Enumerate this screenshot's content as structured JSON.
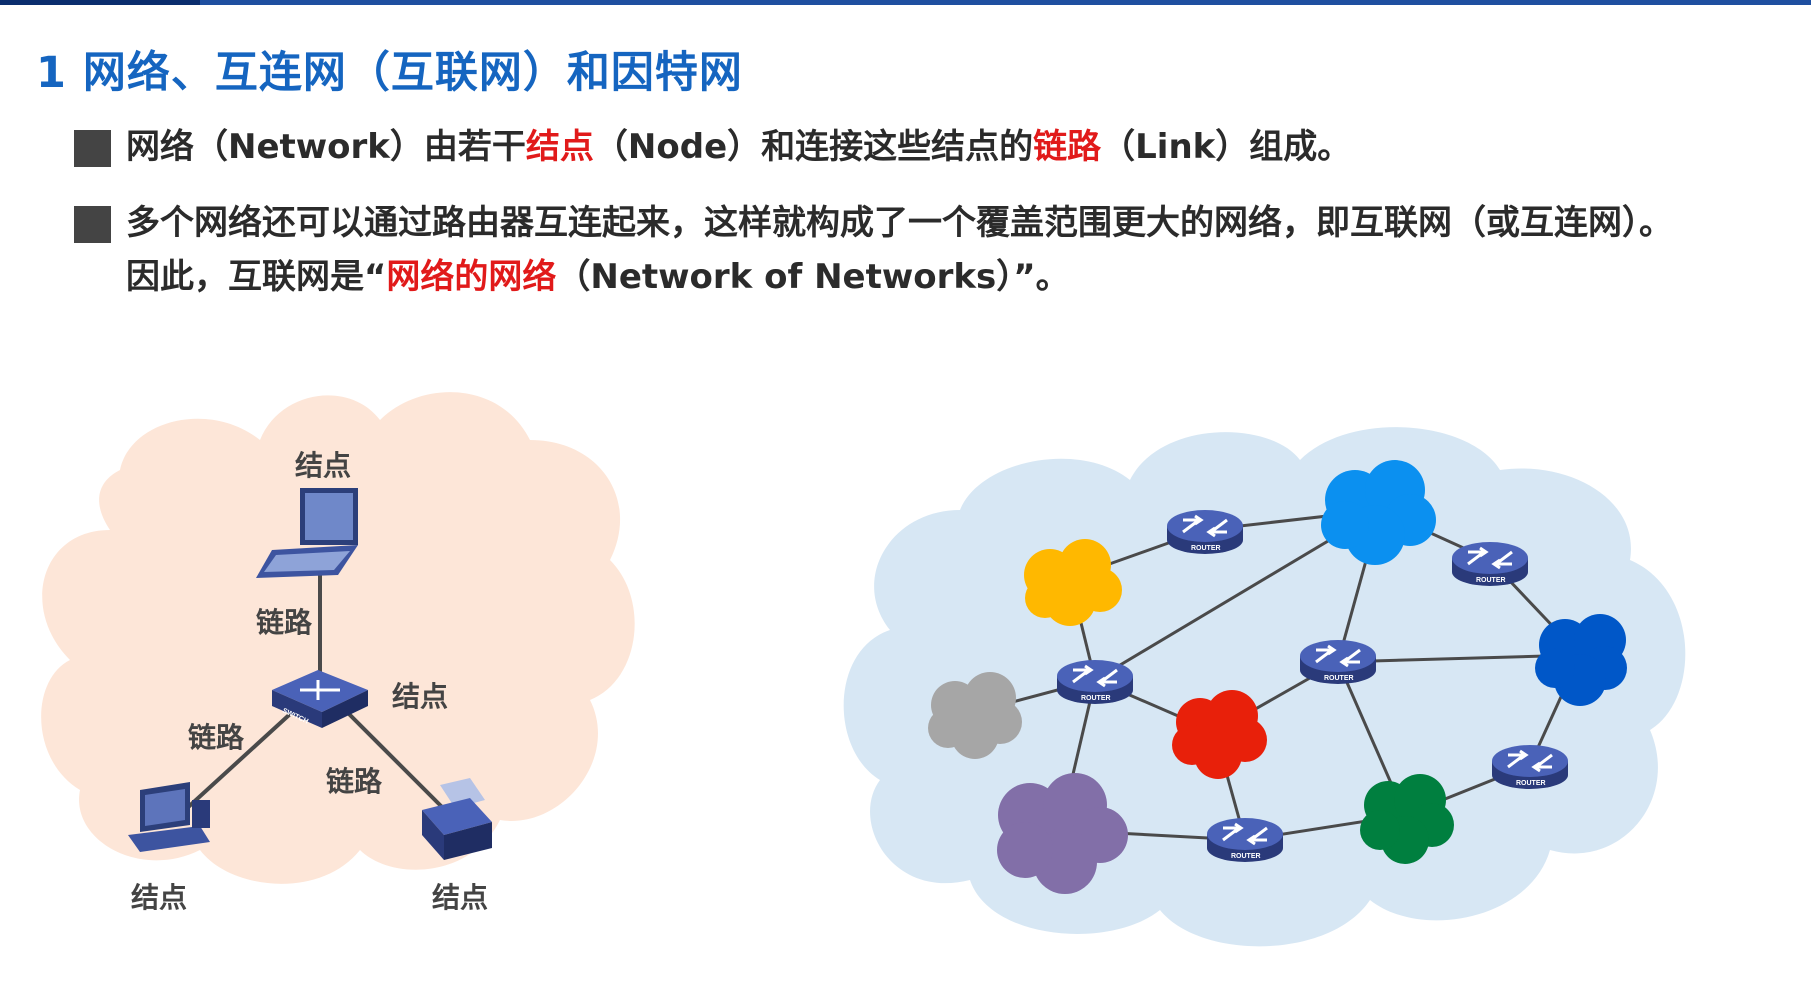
{
  "slide": {
    "title": "1 网络、互连网（互联网）和因特网",
    "bullets": [
      {
        "p1": "网络（Network）由若干",
        "hl1": "结点",
        "p2": "（Node）和连接这些结点的",
        "hl2": "链路",
        "p3": "（Link）组成。"
      },
      {
        "line1": "多个网络还可以通过路由器互连起来，这样就构成了一个覆盖范围更大的网络，即互联网（或互连网）。",
        "p1": "因此，互联网是“",
        "hl": "网络的网络",
        "p2": "（Network of Networks）”。"
      }
    ]
  },
  "left_diagram": {
    "node_label": "结点",
    "link_label": "链路",
    "switch_text": "SWITCH"
  },
  "right_diagram": {
    "router_text": "ROUTER",
    "cloud_colors": [
      "#ffb800",
      "#0b90f0",
      "#0057c8",
      "#a6a6a6",
      "#e8200a",
      "#826fa8",
      "#007f3f"
    ]
  },
  "colors": {
    "title": "#1565c0",
    "highlight": "#e11a1a",
    "left_cloud": "#fde6d8",
    "right_cloud": "#d7e7f4",
    "router": "#3b4f9c"
  }
}
